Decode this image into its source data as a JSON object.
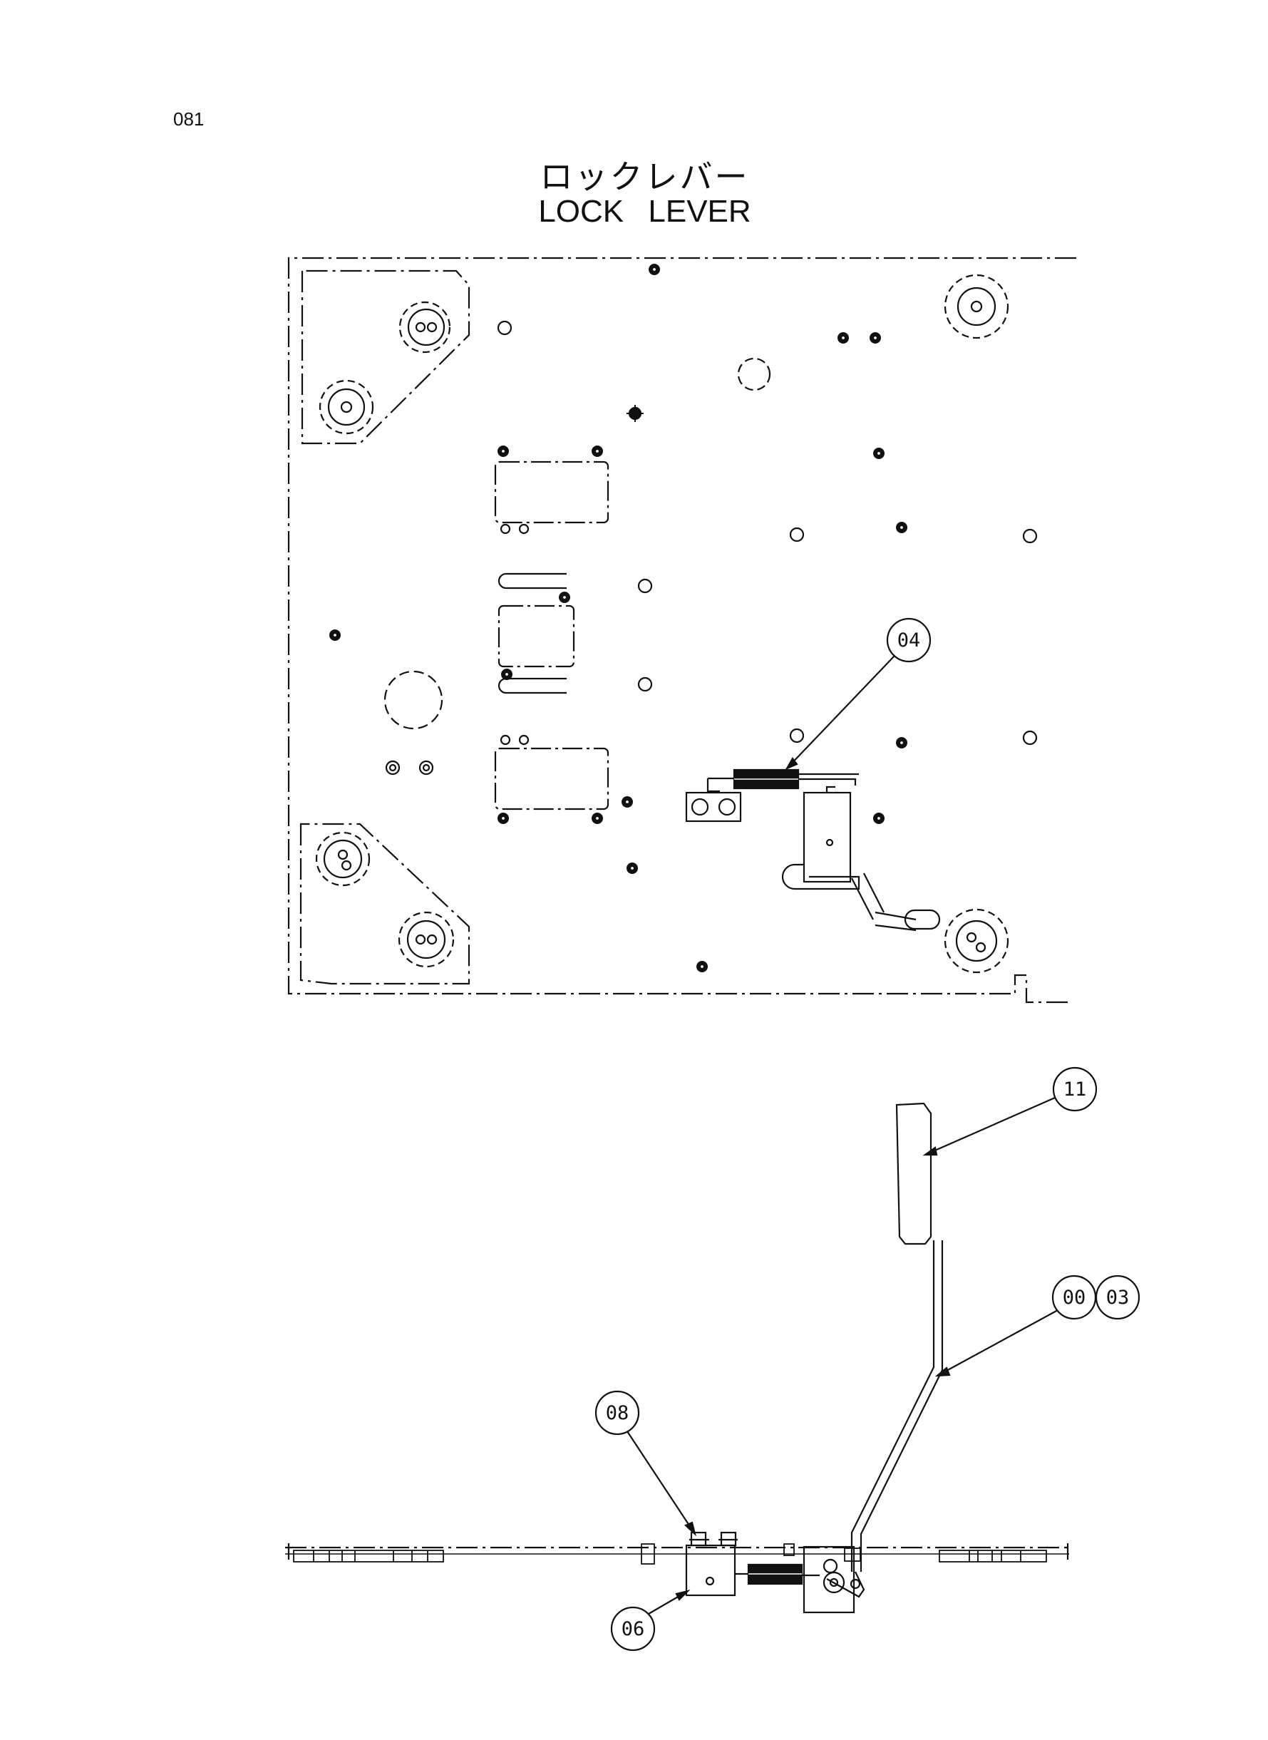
{
  "page": {
    "number": "081"
  },
  "title": {
    "japanese": "ロックレバー",
    "english": "LOCK   LEVER"
  },
  "callouts": [
    {
      "id": "04",
      "label": "04"
    },
    {
      "id": "11",
      "label": "11"
    },
    {
      "id": "00",
      "label": "00"
    },
    {
      "id": "03",
      "label": "03"
    },
    {
      "id": "08",
      "label": "08"
    },
    {
      "id": "06",
      "label": "06"
    }
  ]
}
